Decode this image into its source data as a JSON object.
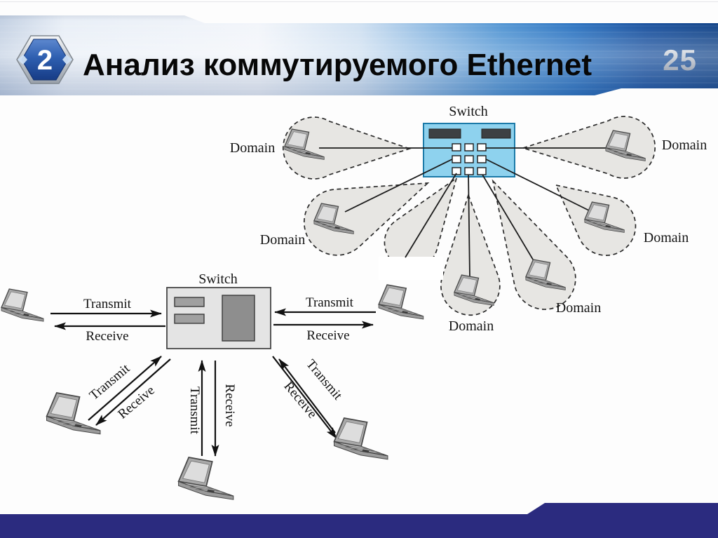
{
  "slide": {
    "badge_number": "2",
    "title": "Анализ коммутируемого Ethernet",
    "page_number": "25"
  },
  "upper_diagram": {
    "switch_label": "Switch",
    "domains": [
      {
        "position": "top-left",
        "label": "Domain"
      },
      {
        "position": "top-right",
        "label": "Domain"
      },
      {
        "position": "middle-left",
        "label": "Domain"
      },
      {
        "position": "middle-right",
        "label": "Domain"
      },
      {
        "position": "bottom-center",
        "label": "Domain"
      },
      {
        "position": "bottom-right",
        "label": "Domain"
      }
    ]
  },
  "lower_diagram": {
    "switch_label": "Switch",
    "links": [
      {
        "position": "left",
        "transmit_label": "Transmit",
        "receive_label": "Receive"
      },
      {
        "position": "right",
        "transmit_label": "Transmit",
        "receive_label": "Receive"
      },
      {
        "position": "bottom-left",
        "transmit_label": "Transmit",
        "receive_label": "Receive"
      },
      {
        "position": "bottom-center",
        "transmit_label": "Transmit",
        "receive_label": "Receive"
      },
      {
        "position": "bottom-right",
        "transmit_label": "Transmit",
        "receive_label": "Receive"
      }
    ]
  },
  "colors": {
    "upper_switch_fill": "#8ed2ee",
    "lower_switch_fill": "#e4e4e4",
    "header_deep_blue": "#0f4186",
    "footer_navy": "#2b2b7f",
    "badge_blue": "#2e5fb0",
    "domain_cone_fill": "#e7e6e3"
  }
}
